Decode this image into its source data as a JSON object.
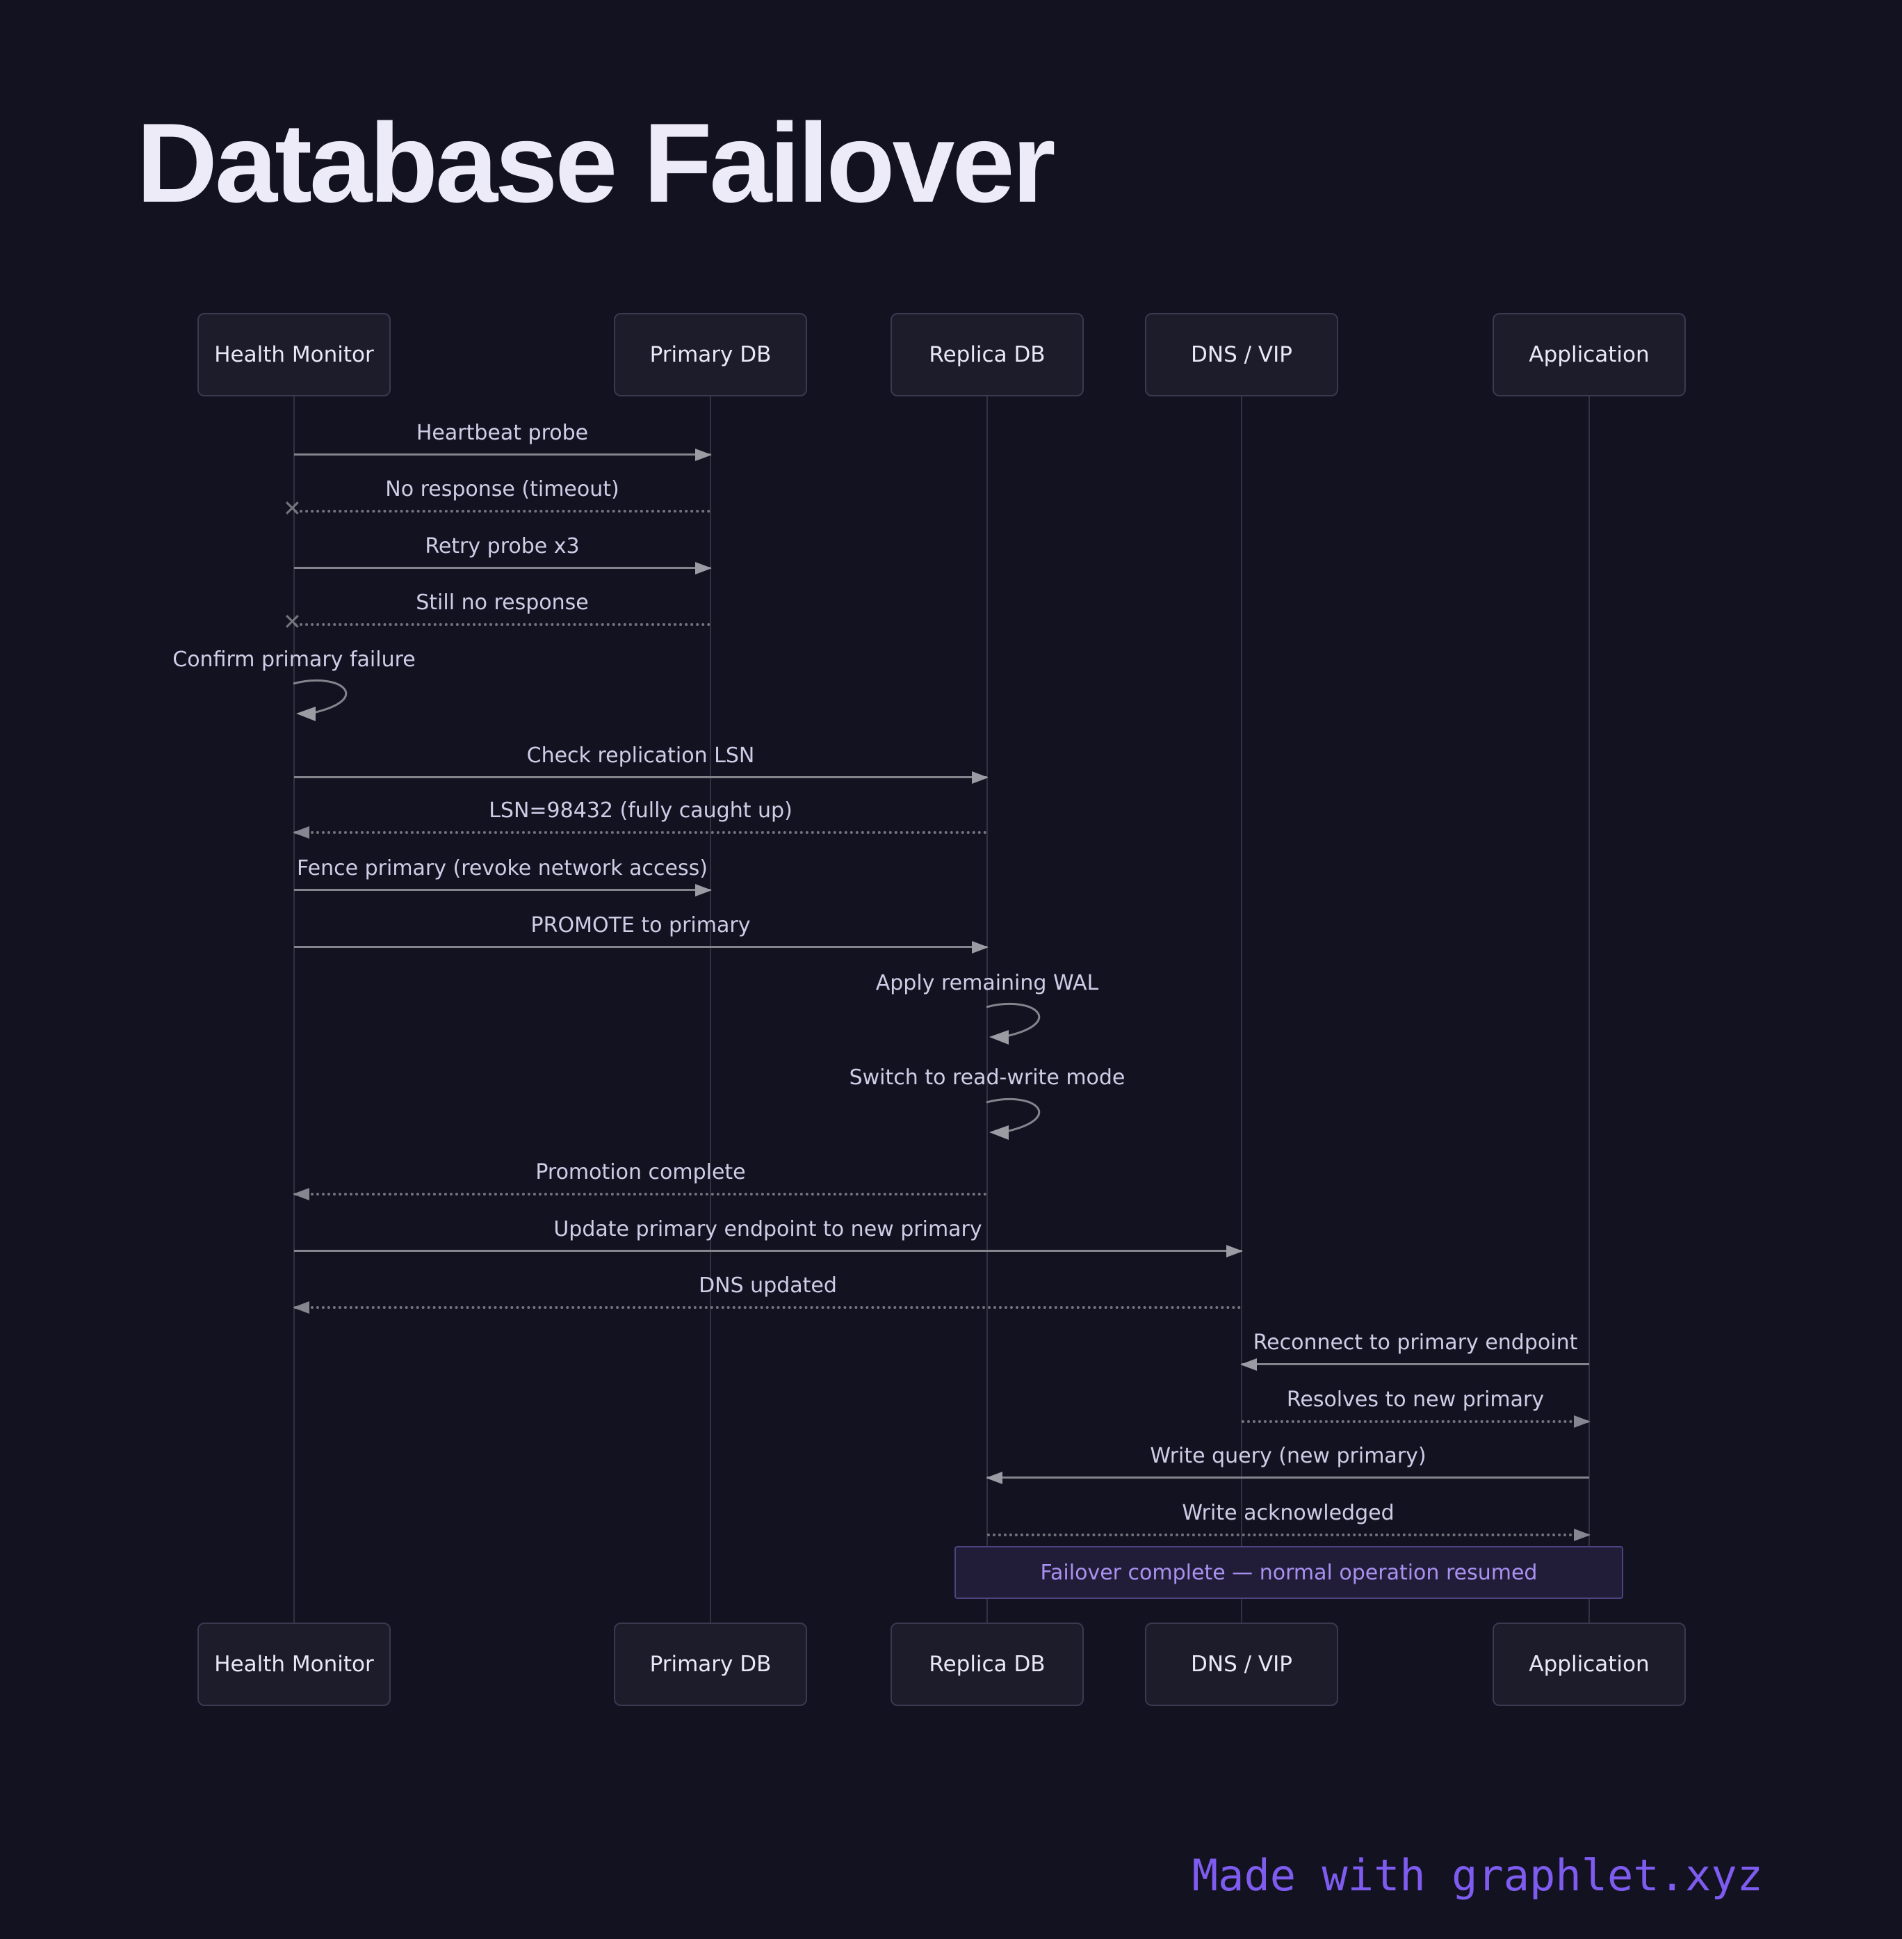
{
  "title": "Database Failover",
  "actors": [
    {
      "id": "health-monitor",
      "label": "Health Monitor"
    },
    {
      "id": "primary-db",
      "label": "Primary DB"
    },
    {
      "id": "replica-db",
      "label": "Replica DB"
    },
    {
      "id": "dns-vip",
      "label": "DNS / VIP"
    },
    {
      "id": "application",
      "label": "Application"
    }
  ],
  "messages": [
    {
      "label": "Heartbeat probe",
      "from": "Health Monitor",
      "to": "Primary DB",
      "line": "solid",
      "arrow": "right"
    },
    {
      "label": "No response (timeout)",
      "from": "Primary DB",
      "to": "Health Monitor",
      "line": "dashed",
      "arrow": "none",
      "end_marker": "x-fail"
    },
    {
      "label": "Retry probe x3",
      "from": "Health Monitor",
      "to": "Primary DB",
      "line": "solid",
      "arrow": "right"
    },
    {
      "label": "Still no response",
      "from": "Primary DB",
      "to": "Health Monitor",
      "line": "dashed",
      "arrow": "none",
      "end_marker": "x-fail"
    },
    {
      "label": "Confirm primary failure",
      "type": "self",
      "actor": "Health Monitor"
    },
    {
      "label": "Check replication LSN",
      "from": "Health Monitor",
      "to": "Replica DB",
      "line": "solid",
      "arrow": "right"
    },
    {
      "label": "LSN=98432 (fully caught up)",
      "from": "Replica DB",
      "to": "Health Monitor",
      "line": "dashed",
      "arrow": "left"
    },
    {
      "label": "Fence primary (revoke network access)",
      "from": "Health Monitor",
      "to": "Primary DB",
      "line": "solid",
      "arrow": "right"
    },
    {
      "label": "PROMOTE to primary",
      "from": "Health Monitor",
      "to": "Replica DB",
      "line": "solid",
      "arrow": "right"
    },
    {
      "label": "Apply remaining WAL",
      "type": "self",
      "actor": "Replica DB"
    },
    {
      "label": "Switch to read-write mode",
      "type": "self",
      "actor": "Replica DB"
    },
    {
      "label": "Promotion complete",
      "from": "Replica DB",
      "to": "Health Monitor",
      "line": "dashed",
      "arrow": "left"
    },
    {
      "label": "Update primary endpoint to new primary",
      "from": "Health Monitor",
      "to": "DNS / VIP",
      "line": "solid",
      "arrow": "right"
    },
    {
      "label": "DNS updated",
      "from": "DNS / VIP",
      "to": "Health Monitor",
      "line": "dashed",
      "arrow": "left"
    },
    {
      "label": "Reconnect to primary endpoint",
      "from": "Application",
      "to": "DNS / VIP",
      "line": "solid",
      "arrow": "left"
    },
    {
      "label": "Resolves to new primary",
      "from": "DNS / VIP",
      "to": "Application",
      "line": "dashed",
      "arrow": "right"
    },
    {
      "label": "Write query (new primary)",
      "from": "Application",
      "to": "Replica DB",
      "line": "solid",
      "arrow": "left"
    },
    {
      "label": "Write acknowledged",
      "from": "Replica DB",
      "to": "Application",
      "line": "dashed",
      "arrow": "right"
    }
  ],
  "note": {
    "label": "Failover complete — normal operation resumed"
  },
  "footer": {
    "credit": "Made with graphlet.xyz"
  },
  "colors": {
    "bg": "#131221",
    "panel": "#1d1c2b",
    "panel-border": "#3a3950",
    "line": "#84848d",
    "msg-label": "#cfcce6",
    "actor-label": "#eae8f6",
    "note-bg": "#211d38",
    "note-border": "#4c4380",
    "note-text": "#a891f0",
    "accent": "#7e5cf0"
  }
}
